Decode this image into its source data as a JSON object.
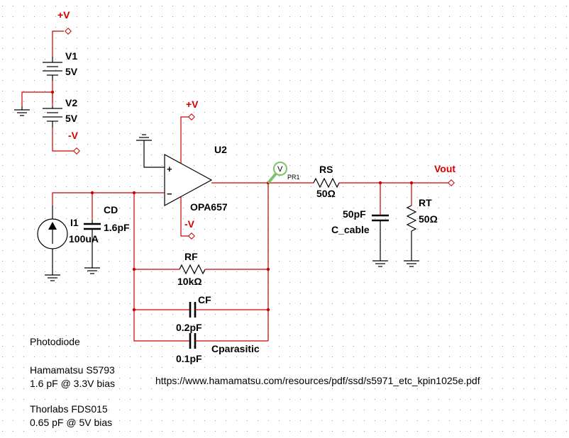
{
  "nets": {
    "plus_v": "+V",
    "minus_v": "-V",
    "vout": "Vout"
  },
  "components": {
    "v1": {
      "name": "V1",
      "value": "5V"
    },
    "v2": {
      "name": "V2",
      "value": "5V"
    },
    "u2": {
      "name": "U2",
      "model": "OPA657",
      "plus": "+",
      "minus": "−"
    },
    "i1": {
      "name": "I1",
      "value": "100uA"
    },
    "cd": {
      "name": "CD",
      "value": "1.6pF"
    },
    "rf": {
      "name": "RF",
      "value": "10kΩ"
    },
    "cf": {
      "name": "CF",
      "value": "0.2pF"
    },
    "cparasitic": {
      "name": "Cparasitic",
      "value": "0.1pF"
    },
    "rs": {
      "name": "RS",
      "value": "50Ω"
    },
    "ccable": {
      "name": "C_cable",
      "value": "50pF"
    },
    "rt": {
      "name": "RT",
      "value": "50Ω"
    },
    "probe": {
      "name": "PR1",
      "symbol": "V"
    }
  },
  "notes": {
    "heading": "Photodiode",
    "diode1_name": "Hamamatsu S5793",
    "diode1_spec": "1.6 pF @ 3.3V bias",
    "diode2_name": "Thorlabs FDS015",
    "diode2_spec": "0.65 pF @ 5V bias",
    "url": "https://www.hamamatsu.com/resources/pdf/ssd/s5971_etc_kpin1025e.pdf"
  },
  "colors": {
    "wire": "#cc0000",
    "component": "#000000",
    "probe": "#7cc46a",
    "grid": "#9a9a9a",
    "background": "#ffffff"
  }
}
